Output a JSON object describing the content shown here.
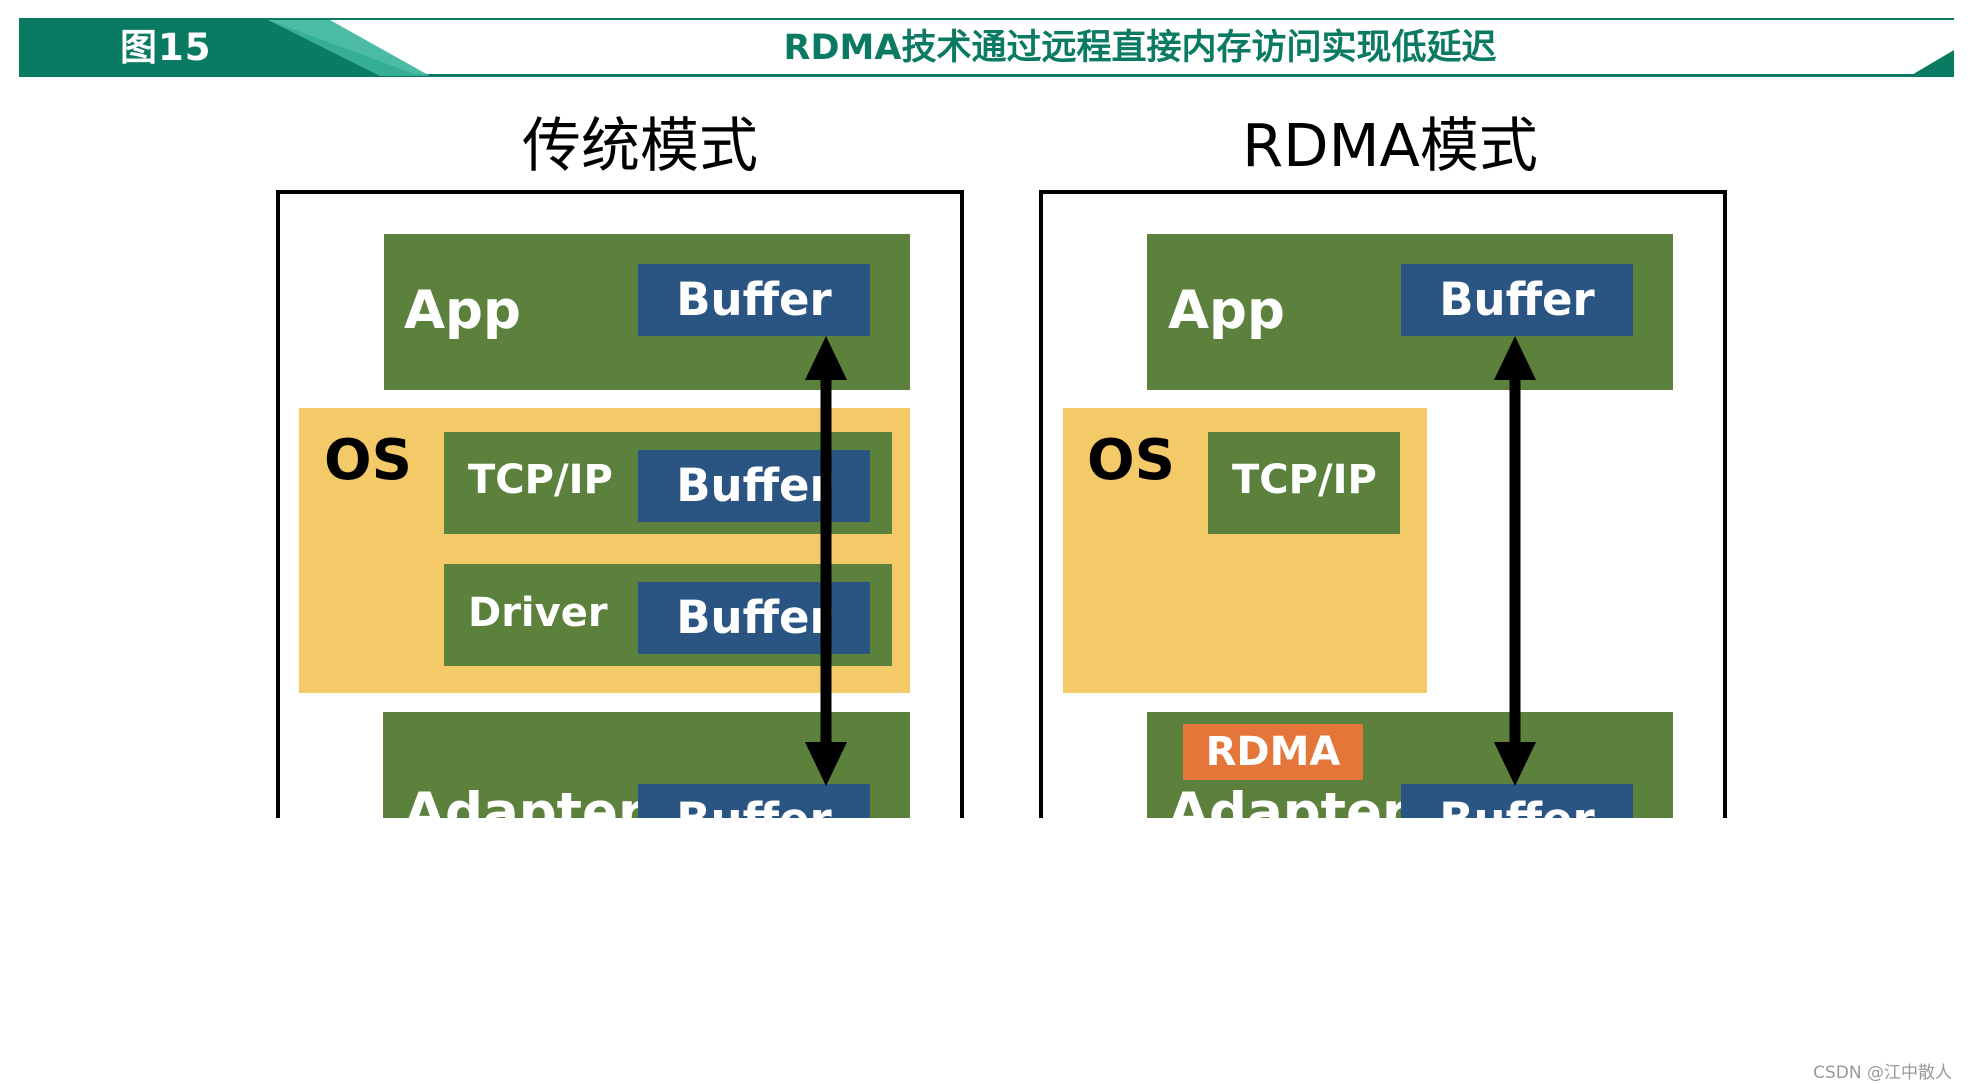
{
  "header": {
    "figure_label": "图15",
    "title": "RDMA技术通过远程直接内存访问实现低延迟"
  },
  "left_diagram": {
    "title": "传统模式",
    "app_label": "App",
    "app_buffer": "Buffer",
    "os_label": "OS",
    "tcpip_label": "TCP/IP",
    "tcpip_buffer": "Buffer",
    "driver_label": "Driver",
    "driver_buffer": "Buffer",
    "adapter_label": "Adapter",
    "adapter_buffer": "Buffer"
  },
  "right_diagram": {
    "title": "RDMA模式",
    "app_label": "App",
    "app_buffer": "Buffer",
    "os_label": "OS",
    "tcpip_label": "TCP/IP",
    "rdma_label": "RDMA",
    "adapter_label": "Adapter",
    "adapter_buffer": "Buffer"
  },
  "watermark": "CSDN @江中散人",
  "colors": {
    "header_teal": "#0a7a63",
    "header_light": "#38b49a",
    "layer_green": "#5b813d",
    "os_yellow": "#f4ca69",
    "buffer_blue": "#2a5582",
    "rdma_orange": "#e5763a"
  }
}
